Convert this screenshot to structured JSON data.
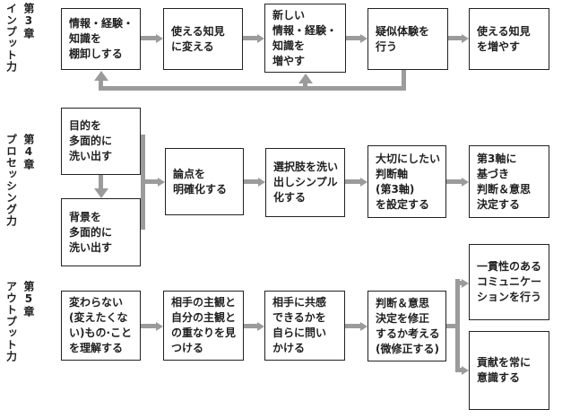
{
  "colors": {
    "box_border": "#222222",
    "box_background": "#ffffff",
    "arrow": "#9b9b9b",
    "text": "#1f1f1f",
    "page_background": "#ffffff"
  },
  "rows": [
    {
      "chapter": "第3章",
      "skill": "インプット力",
      "boxes": [
        {
          "label": "情報・経験・\n知識を\n棚卸しする"
        },
        {
          "label": "使える知見\nに変える"
        },
        {
          "label": "新しい\n情報・経験・\n知識を\n増やす"
        },
        {
          "label": "疑似体験を\n行う"
        },
        {
          "label": "使える知見\nを増やす"
        }
      ],
      "edges": [
        "0→1",
        "1→2",
        "2→3",
        "3→4"
      ],
      "feedback_edges": [
        "3→0",
        "3→2"
      ]
    },
    {
      "chapter": "第4章",
      "skill": "プロセッシング力",
      "boxes": [
        {
          "label": "目的を\n多面的に\n洗い出す"
        },
        {
          "label": "背景を\n多面的に\n洗い出す"
        },
        {
          "label": "論点を\n明確化する"
        },
        {
          "label": "選択肢を洗い\n出しシンプル\n化する"
        },
        {
          "label": "大切にしたい\n判断軸\n(第3軸)\nを設定する"
        },
        {
          "label": "第3軸に\n基づき\n判断＆意思\n決定する"
        }
      ],
      "edges": [
        "0→1",
        "0,1→2",
        "2→3",
        "3→4",
        "4→5"
      ]
    },
    {
      "chapter": "第5章",
      "skill": "アウトプット力",
      "boxes": [
        {
          "label": "変わらない\n(変えたくな\nい)もの·こと\nを理解する"
        },
        {
          "label": "相手の主観と\n自分の主観と\nの重なりを見\nつける"
        },
        {
          "label": "相手に共感\nできるかを\n自らに問い\nかける"
        },
        {
          "label": "判断＆意思\n決定を修正\nするか考える\n(微修正する)"
        },
        {
          "label": "一貫性のある\nコミュニケー\nションを行う"
        },
        {
          "label": "貢献を常に\n意識する"
        }
      ],
      "edges": [
        "0→1",
        "1→2",
        "2→3",
        "3→4",
        "3→5"
      ]
    }
  ]
}
